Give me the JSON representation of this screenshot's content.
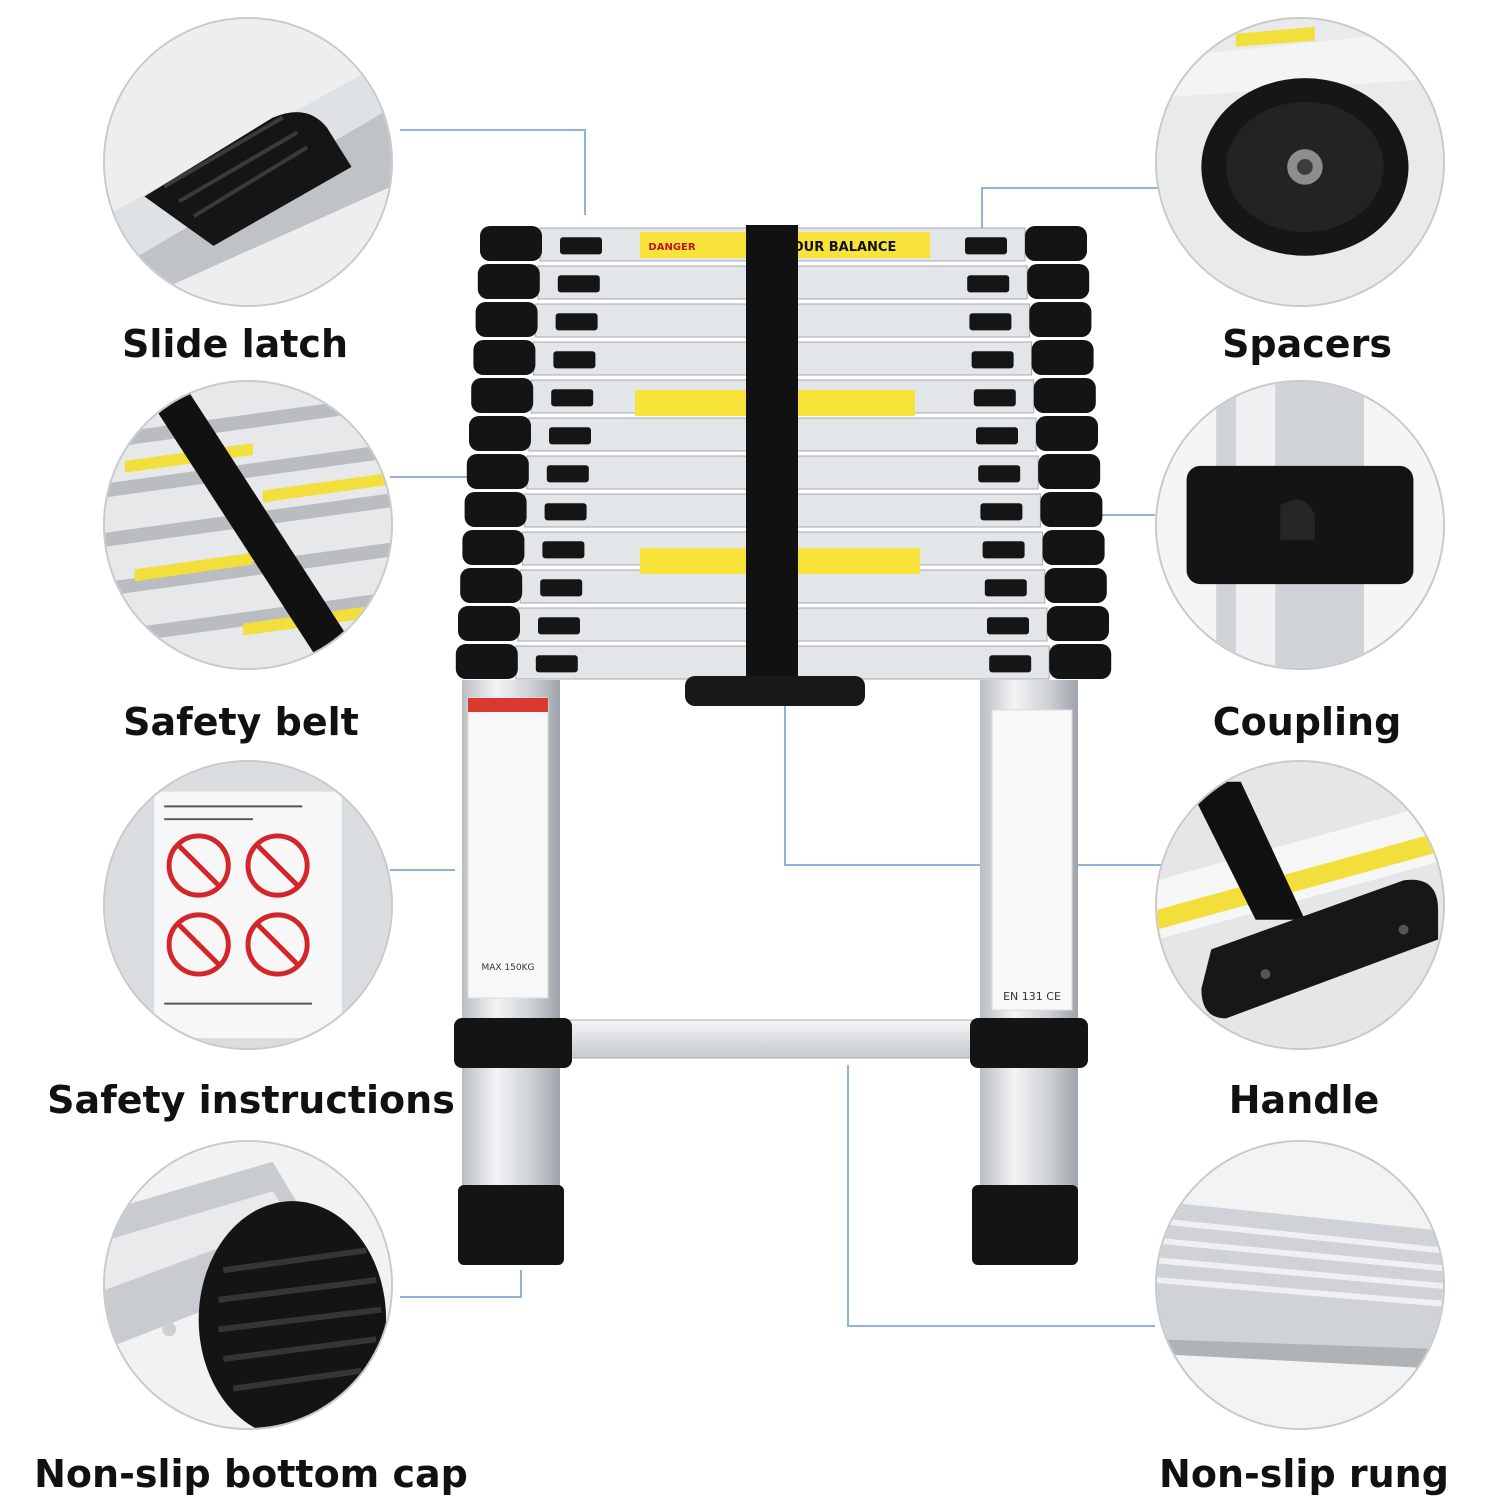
{
  "labels": {
    "slide_latch": "Slide latch",
    "safety_belt": "Safety belt",
    "safety_instructions": "Safety instructions",
    "non_slip_bottom_cap": "Non-slip bottom cap",
    "spacers": "Spacers",
    "coupling": "Coupling",
    "handle": "Handle",
    "non_slip_rung": "Non-slip rung"
  },
  "ladder_text": {
    "danger": "DANGER",
    "balance": "YOUR BALANCE",
    "standard": "EN 131 CE",
    "max_load": "MAX 150KG"
  },
  "colors": {
    "aluminium": "#d9dcdf",
    "rubber": "#141414",
    "warning_yellow": "#f7e33a",
    "connector": "#8fb3d9",
    "label_text": "#111111"
  },
  "ladder": {
    "rung_count": 12
  }
}
